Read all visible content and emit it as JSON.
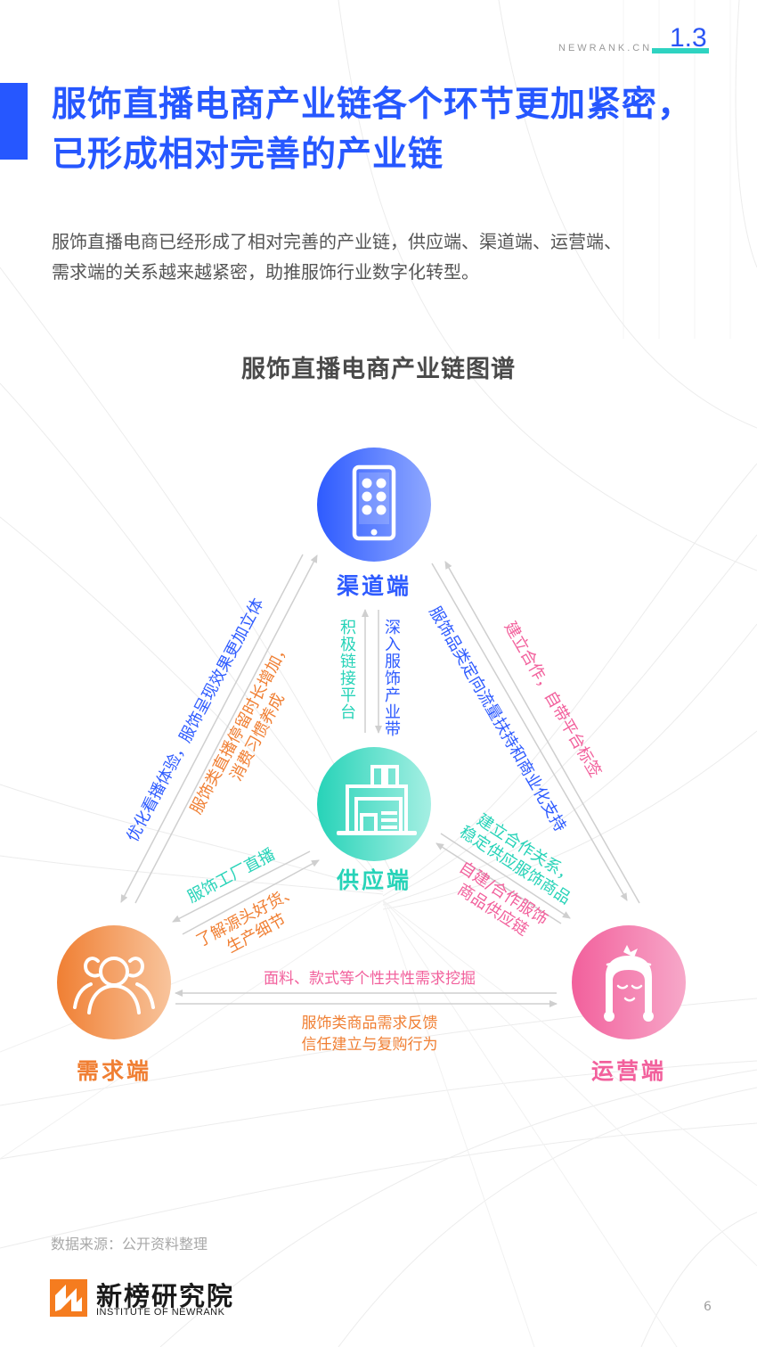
{
  "header": {
    "site": "NEWRANK.CN",
    "section_number": "1.3"
  },
  "title": {
    "line1": "服饰直播电商产业链各个环节更加紧密，",
    "line2": "已形成相对完善的产业链"
  },
  "description": {
    "line1": "服饰直播电商已经形成了相对完善的产业链，供应端、渠道端、运营端、",
    "line2": "需求端的关系越来越紧密，助推服饰行业数字化转型。"
  },
  "diagram": {
    "title": "服饰直播电商产业链图谱",
    "nodes": {
      "channel": {
        "label": "渠道端",
        "icon": "smartphone-icon",
        "color": "#2e5bff",
        "color_light": "#8fa8ff"
      },
      "supply": {
        "label": "供应端",
        "icon": "factory-icon",
        "color": "#27d3b8",
        "color_light": "#a5efe3"
      },
      "demand": {
        "label": "需求端",
        "icon": "users-group-icon",
        "color": "#f07f33",
        "color_light": "#f8c49c"
      },
      "operation": {
        "label": "运营端",
        "icon": "girl-face-icon",
        "color": "#f2609c",
        "color_light": "#f7a8c9"
      }
    },
    "edges": {
      "demand_channel_outer": {
        "text": "优化看播体验，服饰呈现效果更加立体",
        "color": "#2e5bff"
      },
      "demand_channel_inner": {
        "line1": "服饰类直播停留时长增加，",
        "line2": "消费习惯养成",
        "color": "#f07f33"
      },
      "supply_channel_left": {
        "text": "积极链接平台",
        "color": "#27d3b8"
      },
      "supply_channel_right": {
        "text": "深入服饰产业带",
        "color": "#2e5bff"
      },
      "channel_operation_inner": {
        "text": "服饰品类定向流量扶持和商业化支持",
        "color": "#2e5bff"
      },
      "channel_operation_outer": {
        "text": "建立合作，自带平台标签",
        "color": "#f2609c"
      },
      "supply_demand_upper": {
        "text": "服饰工厂直播",
        "color": "#27d3b8"
      },
      "supply_demand_lower": {
        "line1": "了解源头好货、",
        "line2": "生产细节",
        "color": "#f07f33"
      },
      "supply_operation_upper": {
        "line1": "建立合作关系，",
        "line2": "稳定供应服饰商品",
        "color": "#27d3b8"
      },
      "supply_operation_lower": {
        "line1": "自建/合作服饰",
        "line2": "商品供应链",
        "color": "#f2609c"
      },
      "demand_operation_upper": {
        "text": "面料、款式等个性共性需求挖掘",
        "color": "#f2609c"
      },
      "demand_operation_lower": {
        "line1": "服饰类商品需求反馈",
        "line2": "信任建立与复购行为",
        "color": "#f07f33"
      }
    }
  },
  "footer": {
    "source": "数据来源：公开资料整理",
    "logo_cn": "新榜研究院",
    "logo_en": "INSTITUTE OF NEWRANK",
    "page": "6"
  }
}
